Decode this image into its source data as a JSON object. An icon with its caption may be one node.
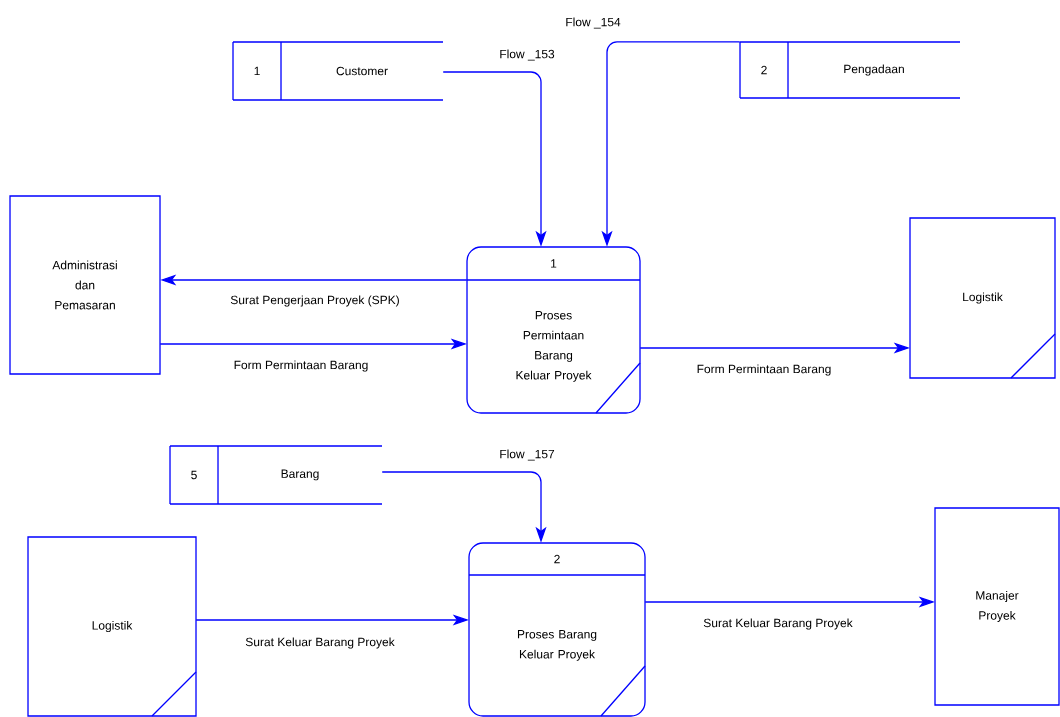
{
  "diagram": {
    "nodes": [
      {
        "text": [
          "1",
          "Customer"
        ]
      },
      {
        "text": [
          "2",
          "Pengadaan"
        ]
      },
      {
        "text": [
          "Administrasi dan Pemasaran"
        ]
      },
      {
        "text": [
          "1",
          "Proses Permintaan Barang Keluar Proyek"
        ]
      },
      {
        "text": [
          "Logistik"
        ]
      },
      {
        "text": [
          "5",
          "Barang"
        ]
      },
      {
        "text": [
          "Logistik"
        ]
      },
      {
        "text": [
          "2",
          "Proses Barang Keluar Proyek"
        ]
      },
      {
        "text": [
          "Manajer Proyek"
        ]
      }
    ],
    "edges": [
      {
        "from": 0,
        "to": 3,
        "arrow": "to",
        "label": "Flow _153"
      },
      {
        "from": 1,
        "to": 3,
        "arrow": "to",
        "label": "Flow _154"
      },
      {
        "from": 3,
        "to": 2,
        "arrow": "to",
        "label": "Surat Pengerjaan Proyek (SPK)"
      },
      {
        "from": 2,
        "to": 3,
        "arrow": "to",
        "label": "Form Permintaan Barang"
      },
      {
        "from": 3,
        "to": 4,
        "arrow": "to",
        "label": "Form Permintaan Barang"
      },
      {
        "from": 5,
        "to": 7,
        "arrow": "to",
        "label": "Flow _157"
      },
      {
        "from": 6,
        "to": 7,
        "arrow": "to",
        "label": "Surat Keluar Barang Proyek"
      },
      {
        "from": 7,
        "to": 8,
        "arrow": "to",
        "label": "Surat Keluar Barang Proyek"
      }
    ]
  }
}
